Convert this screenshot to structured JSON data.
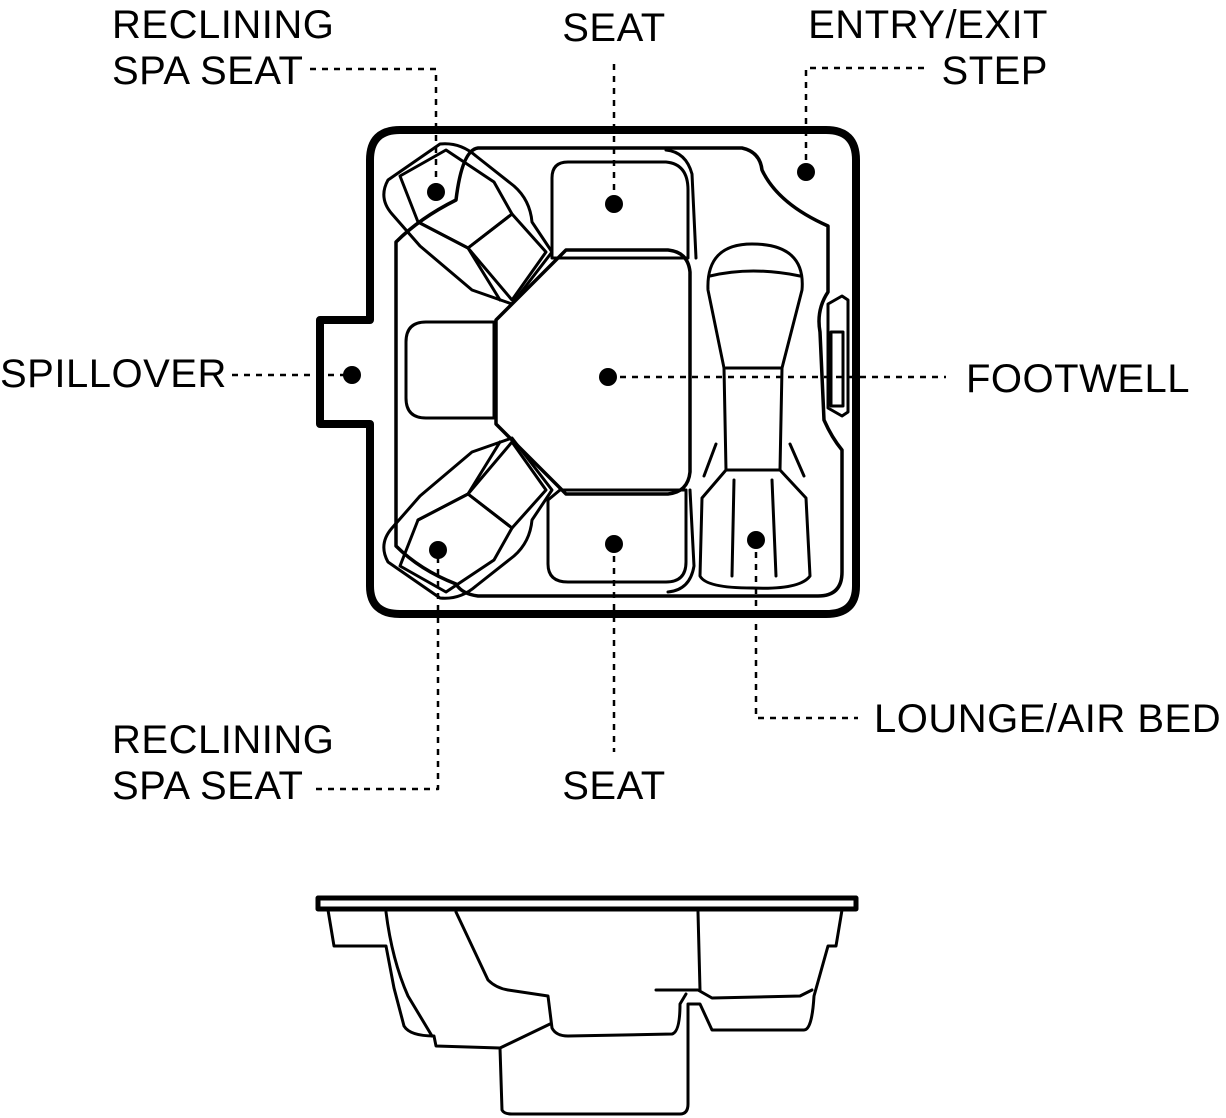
{
  "labels": {
    "reclining_top": {
      "line1": "RECLINING",
      "line2": "SPA SEAT"
    },
    "seat_top": {
      "text": "SEAT"
    },
    "entry_exit": {
      "line1": "ENTRY/EXIT",
      "line2": "STEP"
    },
    "spillover": {
      "text": "SPILLOVER"
    },
    "footwell": {
      "text": "FOOTWELL"
    },
    "reclining_bottom": {
      "line1": "RECLINING",
      "line2": "SPA SEAT"
    },
    "seat_bottom": {
      "text": "SEAT"
    },
    "lounge": {
      "text": "LOUNGE/AIR BED"
    }
  },
  "colors": {
    "stroke": "#000000",
    "fill": "#ffffff"
  }
}
